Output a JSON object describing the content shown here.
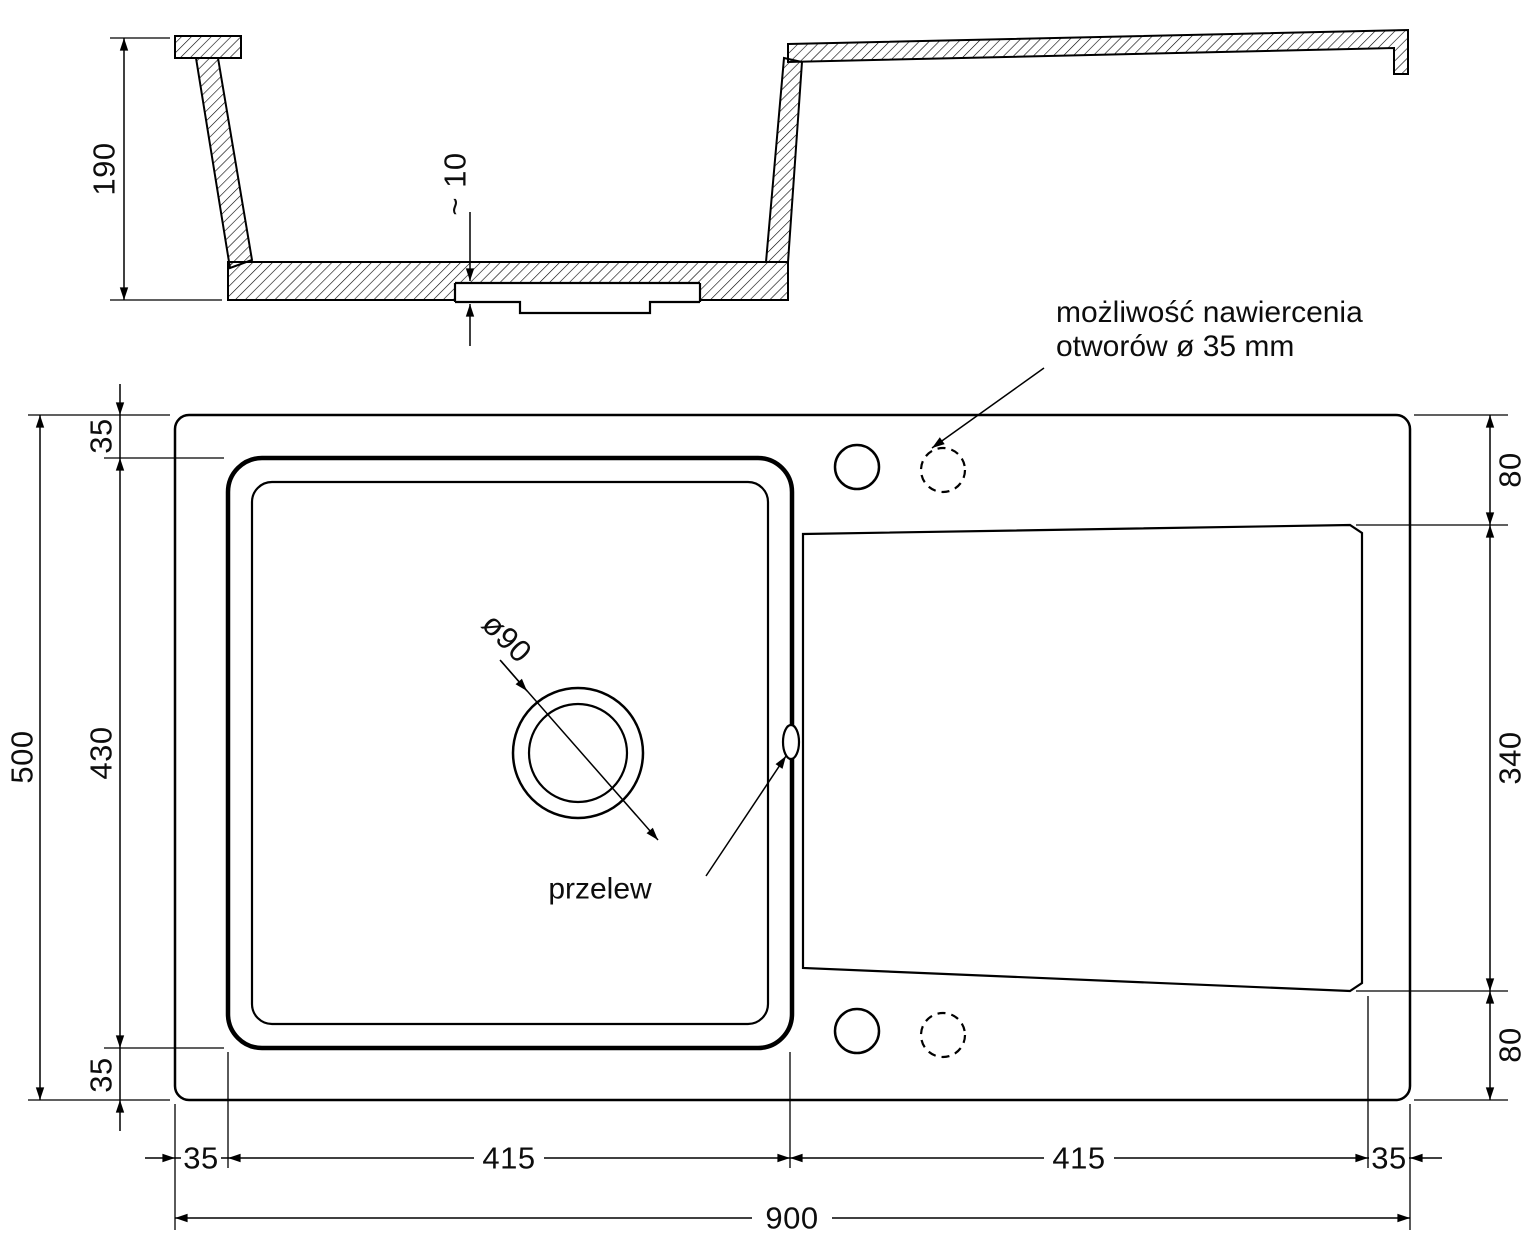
{
  "side_view": {
    "depth_label": "190",
    "thickness_label": "~ 10"
  },
  "plan_view": {
    "total_width_label": "900",
    "total_height_label": "500",
    "bottom_segments": [
      "35",
      "415",
      "415",
      "35"
    ],
    "left_segments": [
      "35",
      "430",
      "35"
    ],
    "right_segments": [
      "80",
      "340",
      "80"
    ],
    "drain_diameter_label": "ø90",
    "overflow_label": "przelew",
    "drill_note": {
      "line1": "możliwość nawiercenia",
      "line2": "otworów ø 35 mm"
    }
  }
}
